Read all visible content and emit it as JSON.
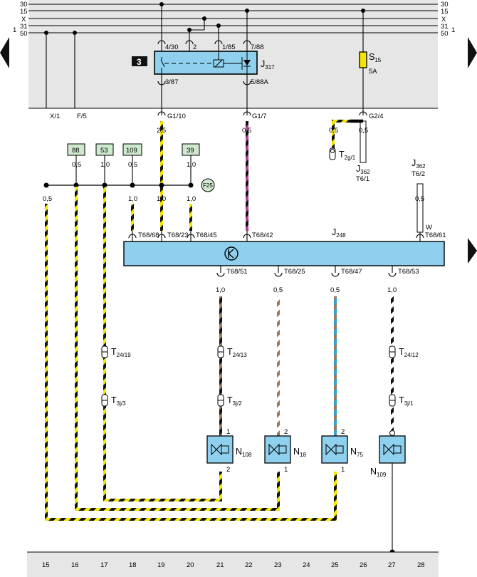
{
  "colors": {
    "panel": "#e6e6e6",
    "component": "#8ed0ee",
    "box_label": "#cfe9cf",
    "fuse": "#f4e400",
    "stripe_yellow": "#f4e400",
    "stripe_violet": "#b0409a",
    "stripe_brown": "#9a7a5c",
    "stripe_blue": "#2aa6e0",
    "stripe_white": "#ffffff"
  },
  "rails": {
    "left": [
      "30",
      "15",
      "X",
      "31",
      "50"
    ],
    "right": [
      "30",
      "15",
      "X",
      "31",
      "50"
    ],
    "left_marker": "1",
    "right_marker": "1"
  },
  "relay": {
    "number": "3",
    "name": "J",
    "sub": "317",
    "pin_4_30": "4/30",
    "pin_2": "2",
    "pin_1_85": "1/85",
    "pin_7_88": "7/88",
    "pin_3_87": "3/87",
    "pin_5_88a": "5/88A"
  },
  "fuse": {
    "name": "S",
    "sub": "15",
    "rating": "5A"
  },
  "connectors": {
    "x1": "X/1",
    "f5": "F/5",
    "g1_10": "G1/10",
    "g1_7": "G1/7",
    "g2_4": "G2/4"
  },
  "wire_sizes": {
    "s25": "2,5",
    "s05": "0,5",
    "s10": "1,0"
  },
  "boxes": [
    "88",
    "53",
    "109",
    "39"
  ],
  "ground": {
    "t2g": "T",
    "t2g_sub": "2g/1",
    "j362_a": "J",
    "j362_a_sub": "362",
    "j362_a_pin": "T6/1",
    "j362_b": "J",
    "j362_b_sub": "362",
    "j362_b_pin": "T6/2"
  },
  "badge_f25": "F25",
  "module": {
    "name": "J",
    "sub": "248",
    "pins_top": [
      "T68/68",
      "T68/23",
      "T68/45",
      "T68/42",
      "T68/61"
    ],
    "pin_w": "W",
    "pins_bottom": [
      "T68/51",
      "T68/25",
      "T68/47",
      "T68/53"
    ]
  },
  "plugs": {
    "t24_19": "T",
    "t24_19_sub": "24/19",
    "t24_13": "T",
    "t24_13_sub": "24/13",
    "t24_12": "T",
    "t24_12_sub": "24/12",
    "t3j3": "T",
    "t3j3_sub": "3j/3",
    "t3j2": "T",
    "t3j2_sub": "3j/2",
    "t3j1": "T",
    "t3j1_sub": "3j/1"
  },
  "valves": [
    {
      "name": "N",
      "sub": "108",
      "pin_top": "1",
      "pin_bottom": "2"
    },
    {
      "name": "N",
      "sub": "18",
      "pin_top": "2",
      "pin_bottom": "1"
    },
    {
      "name": "N",
      "sub": "75",
      "pin_top": "2",
      "pin_bottom": "1"
    },
    {
      "name": "N",
      "sub": "109"
    }
  ],
  "ruler": [
    "15",
    "16",
    "17",
    "18",
    "19",
    "20",
    "21",
    "22",
    "23",
    "24",
    "25",
    "26",
    "27",
    "28"
  ]
}
